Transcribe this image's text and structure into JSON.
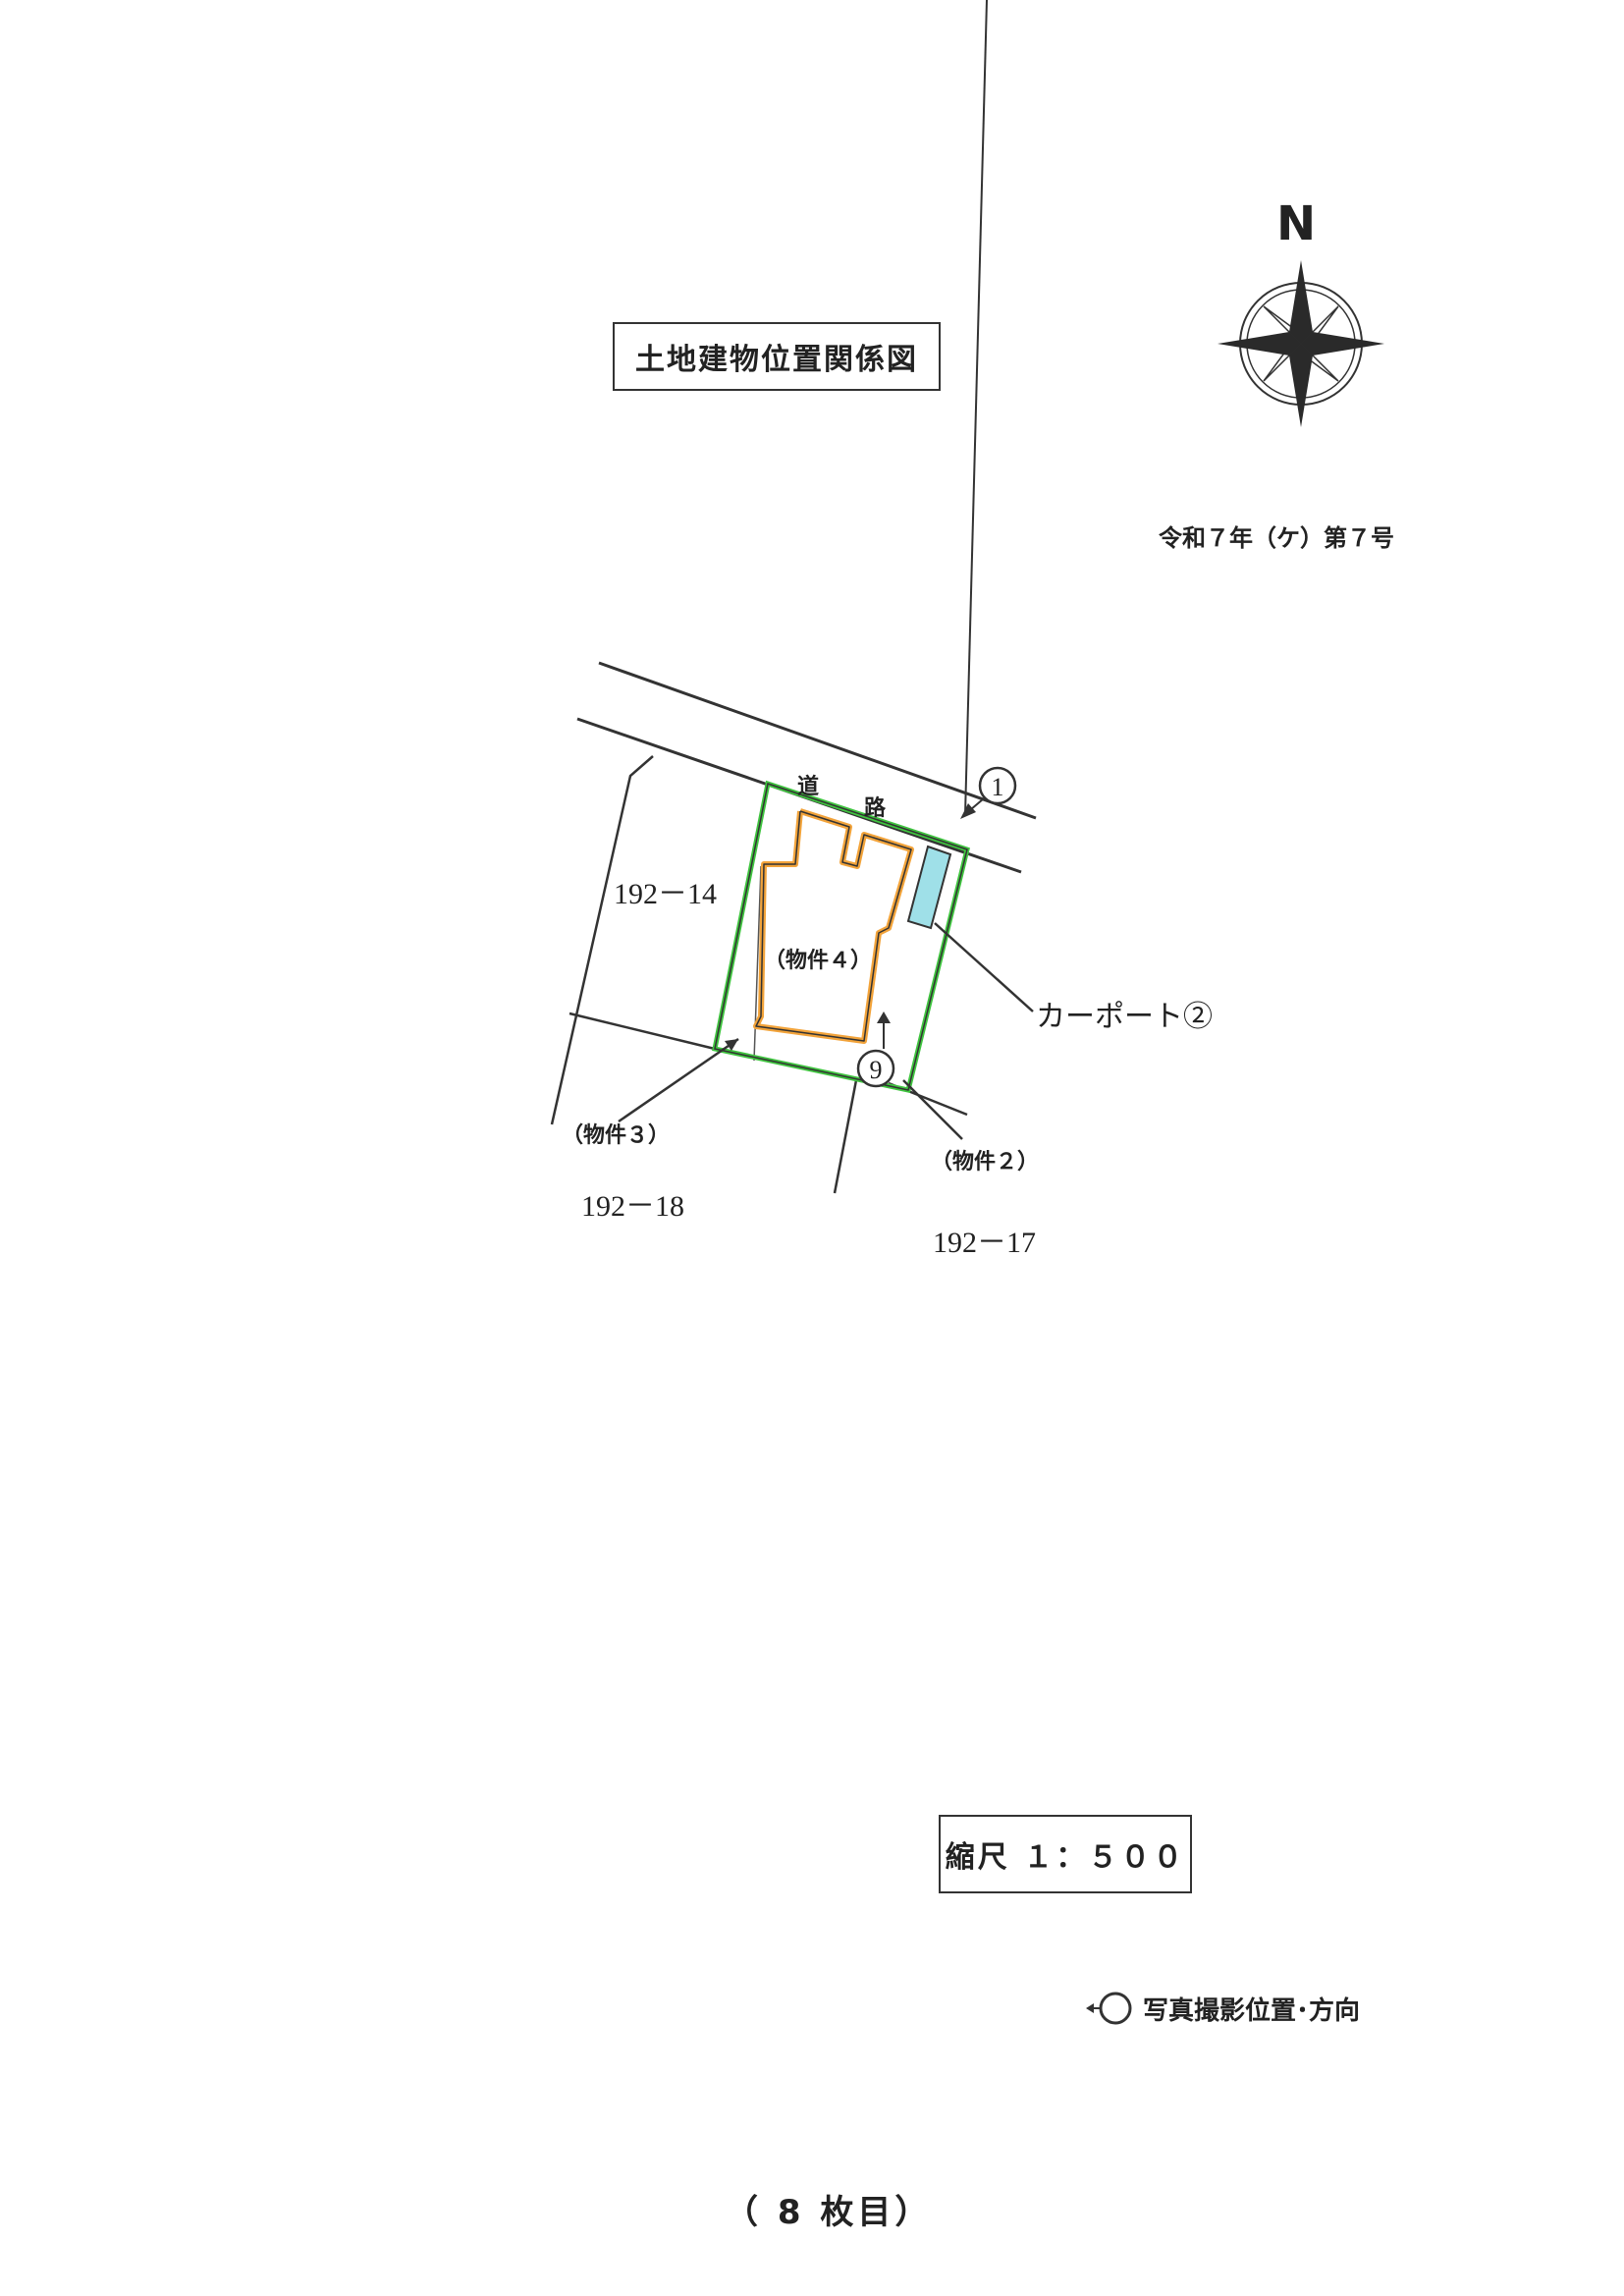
{
  "title": "土地建物位置関係図",
  "case_number": "令和７年（ケ）第７号",
  "compass": {
    "north_label": "N"
  },
  "map": {
    "road_label_1": "道",
    "road_label_2": "路",
    "parcels": {
      "p192_14": "192－14",
      "p192_18": "192－18",
      "p192_17": "192－17"
    },
    "properties": {
      "prop2": "（物件２）",
      "prop3": "（物件３）",
      "prop4": "（物件４）"
    },
    "carport_label": "カーポート②",
    "photo_markers": {
      "m1": "1",
      "m9": "9"
    },
    "colors": {
      "land_outline": "#3fc43f",
      "building_outline": "#f2a33a",
      "carport_fill": "#9fe0e8"
    }
  },
  "scale_label": "縮尺 １：５００",
  "legend_label": "写真撮影位置･方向",
  "page_indicator": "（ 8 枚目）"
}
